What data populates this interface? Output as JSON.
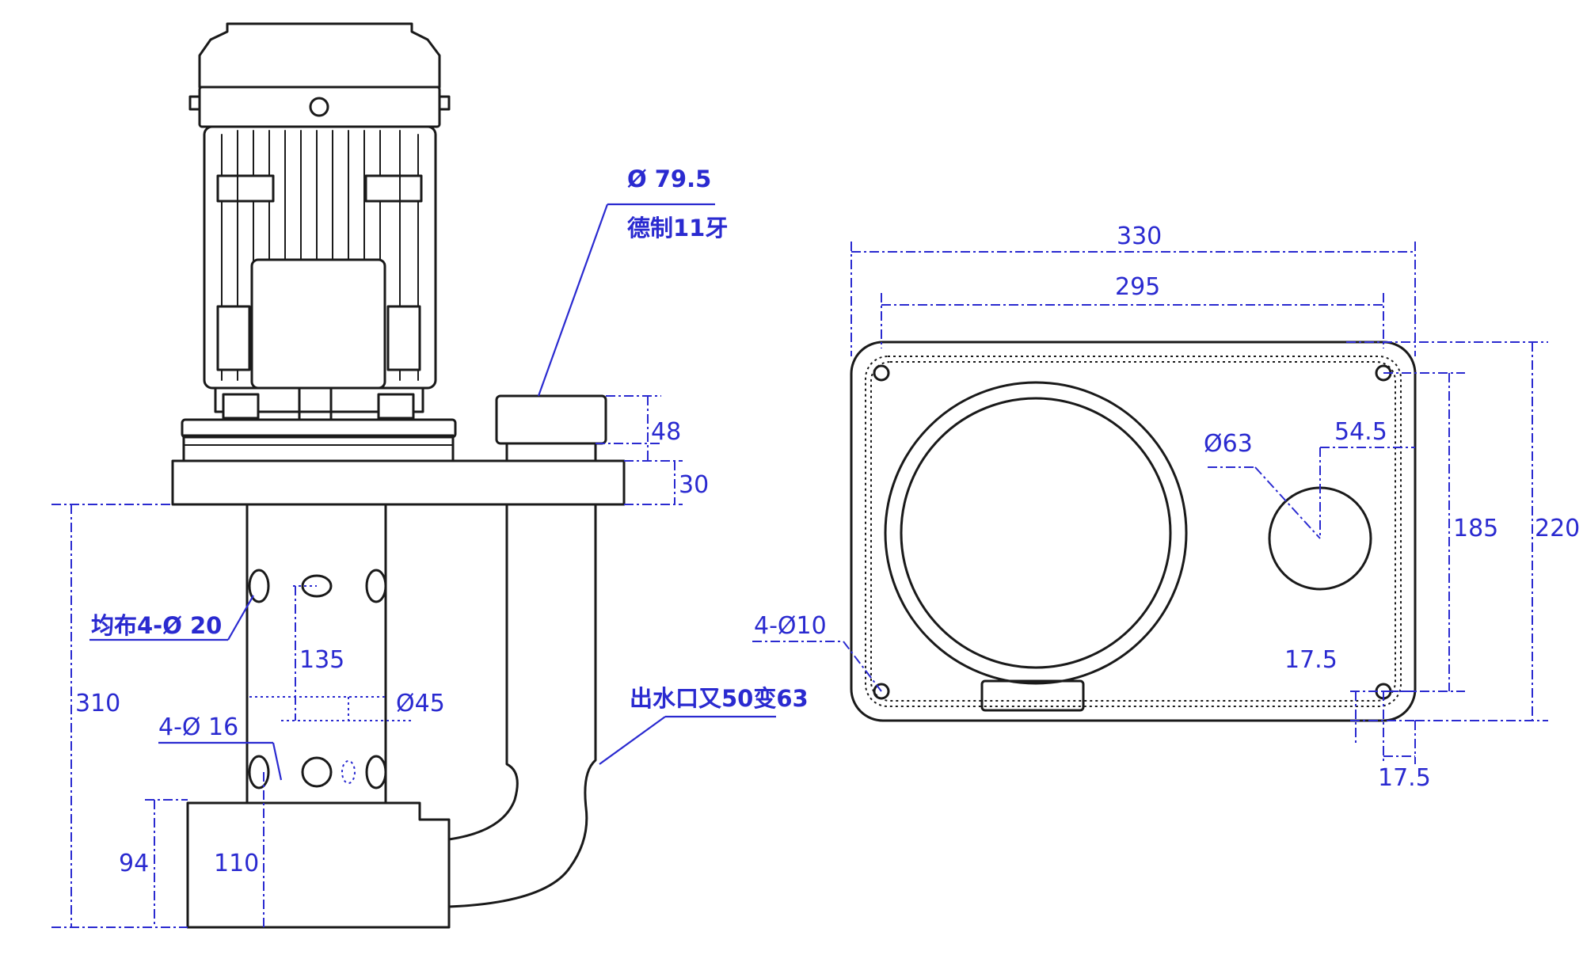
{
  "side_view": {
    "outlet_thread_diameter": "Ø 79.5",
    "outlet_thread_type": "德制11牙",
    "inlet_holes": "均布4-Ø 20",
    "outlet_note": "出水口又50变63",
    "dim_48": "48",
    "dim_30": "30",
    "dim_135": "135",
    "dim_d45": "Ø45",
    "dim_4d16": "4-Ø 16",
    "dim_310": "310",
    "dim_94": "94",
    "dim_110": "110"
  },
  "top_view": {
    "dim_330": "330",
    "dim_295": "295",
    "dim_d63": "Ø63",
    "dim_54_5": "54.5",
    "dim_185": "185",
    "dim_220": "220",
    "dim_4d10": "4-Ø10",
    "dim_17_5_v": "17.5",
    "dim_17_5_h": "17.5"
  },
  "colors": {
    "line": "#1a1a1a",
    "dimension": "#2a2ad0",
    "background": "#ffffff"
  }
}
